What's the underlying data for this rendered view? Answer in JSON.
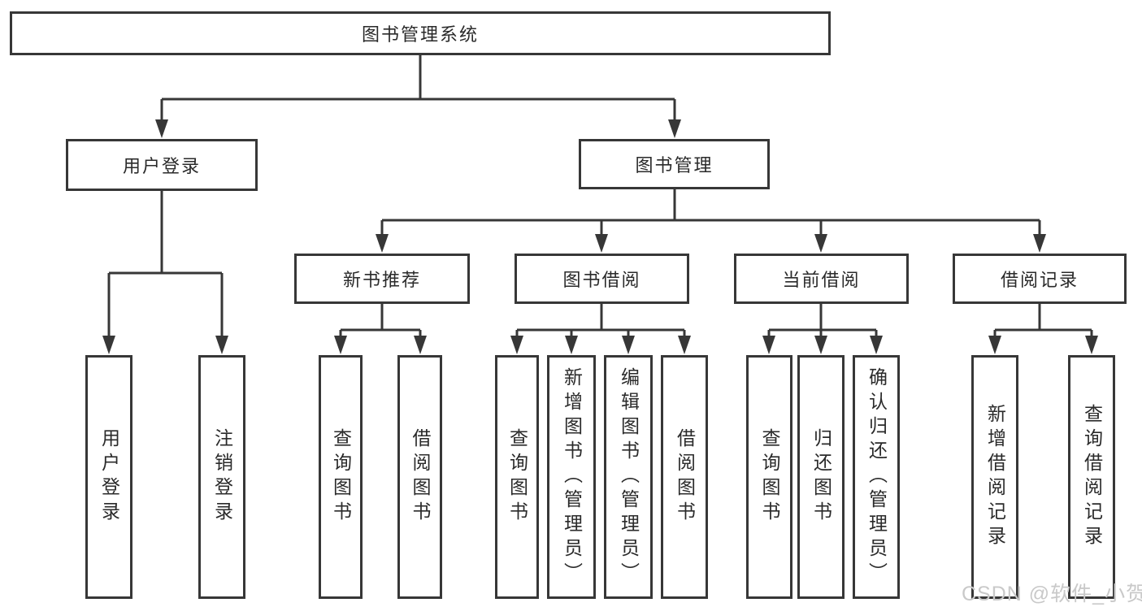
{
  "diagram": {
    "root": {
      "label": "图书管理系统",
      "children": [
        {
          "label": "用户登录",
          "children": [
            {
              "label": "用户登录"
            },
            {
              "label": "注销登录"
            }
          ]
        },
        {
          "label": "图书管理",
          "children": [
            {
              "label": "新书推荐",
              "children": [
                {
                  "label": "查询图书"
                },
                {
                  "label": "借阅图书"
                }
              ]
            },
            {
              "label": "图书借阅",
              "children": [
                {
                  "label": "查询图书"
                },
                {
                  "label": "新增图书（管理员）"
                },
                {
                  "label": "编辑图书（管理员）"
                },
                {
                  "label": "借阅图书"
                }
              ]
            },
            {
              "label": "当前借阅",
              "children": [
                {
                  "label": "查询图书"
                },
                {
                  "label": "归还图书"
                },
                {
                  "label": "确认归还（管理员）"
                }
              ]
            },
            {
              "label": "借阅记录",
              "children": [
                {
                  "label": "新增借阅记录"
                },
                {
                  "label": "查询借阅记录"
                }
              ]
            }
          ]
        }
      ]
    }
  },
  "watermark": {
    "text": "CSDN @软件_小贺同学",
    "color": "#c9c9c9"
  },
  "colors": {
    "line": "#373737",
    "box_border": "#373737",
    "text": "#2a2a2a",
    "background": "#ffffff"
  }
}
